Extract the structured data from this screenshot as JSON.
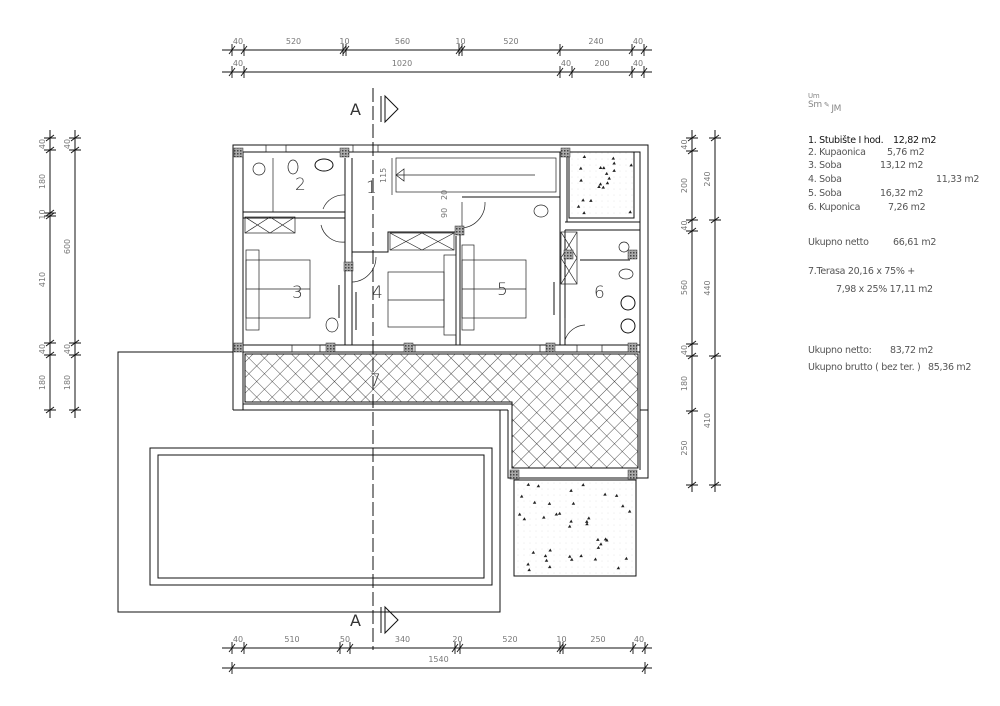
{
  "section_marker": "A",
  "rooms": [
    "1",
    "2",
    "3",
    "4",
    "5",
    "6",
    "7"
  ],
  "stair_labels": [
    "115",
    "20",
    "90"
  ],
  "dimensions": {
    "top_row1": [
      "40",
      "520",
      "10",
      "560",
      "10",
      "520",
      "240",
      "40"
    ],
    "top_row2": [
      "40",
      "1020",
      "40",
      "200",
      "40"
    ],
    "bottom_row1": [
      "40",
      "510",
      "50",
      "340",
      "20",
      "520",
      "10",
      "250",
      "40"
    ],
    "bottom_row2": [
      "1540"
    ],
    "left_col1": [
      "40",
      "180",
      "10",
      "410",
      "40",
      "180"
    ],
    "left_col2": [
      "40",
      "600",
      "40",
      "180"
    ],
    "right_col1": [
      "40",
      "200",
      "40",
      "560",
      "40",
      "180",
      "250"
    ],
    "right_col2": [
      "240",
      "440",
      "410"
    ]
  },
  "legend": {
    "signature": [
      "Um",
      "Sm",
      "JM"
    ],
    "items": [
      {
        "name": "1. Stubište I hod.",
        "area": "12,82 m2"
      },
      {
        "name": "2. Kupaonica",
        "area": "5,76 m2"
      },
      {
        "name": "3. Soba",
        "area": "13,12 m2"
      },
      {
        "name": "4. Soba",
        "area": "11,33 m2"
      },
      {
        "name": "5. Soba",
        "area": "16,32 m2"
      },
      {
        "name": "6. Kuponica",
        "area": "7,26 m2"
      }
    ],
    "net_label": "Ukupno netto",
    "net_value": "66,61 m2",
    "terrace_line1": "7.Terasa  20,16 x 75%  +",
    "terrace_line2": "7,98 x 25%   17,11 m2",
    "total_net_label": "Ukupno netto:",
    "total_net_value": "83,72 m2",
    "total_gross_label": "Ukupno brutto ( bez ter. )",
    "total_gross_value": "85,36 m2"
  }
}
